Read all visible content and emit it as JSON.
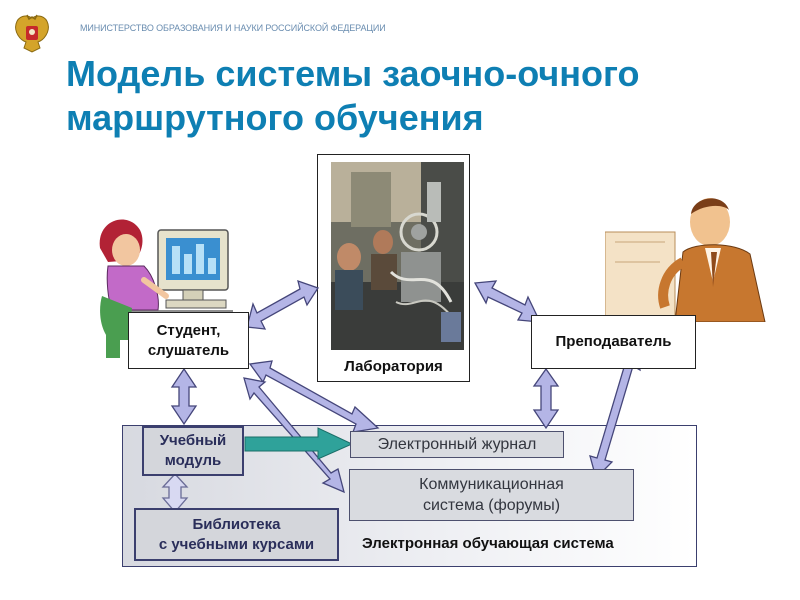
{
  "header": {
    "ministry": "МИНИСТЕРСТВО ОБРАЗОВАНИЯ И НАУКИ РОССИЙСКОЙ ФЕДЕРАЦИИ",
    "title_line1": "Модель системы заочно-очного",
    "title_line2": "маршрутного обучения"
  },
  "nodes": {
    "student_line1": "Студент,",
    "student_line2": "слушатель",
    "laboratory": "Лаборатория",
    "teacher": "Преподаватель",
    "module_line1": "Учебный",
    "module_line2": "модуль",
    "library_line1": "Библиотека",
    "library_line2": "с учебными курсами",
    "journal": "Электронный журнал",
    "comm_line1": "Коммуникационная",
    "comm_line2": "система (форумы)",
    "system": "Электронная обучающая система"
  },
  "colors": {
    "title": "#0e7fb3",
    "arrow_fill": "#b4b5e6",
    "arrow_stroke": "#45467a",
    "teal_arrow": "#2fa29a"
  },
  "icons": [
    "russian-emblem-icon",
    "student-at-computer-icon",
    "teacher-icon",
    "laboratory-photo"
  ]
}
